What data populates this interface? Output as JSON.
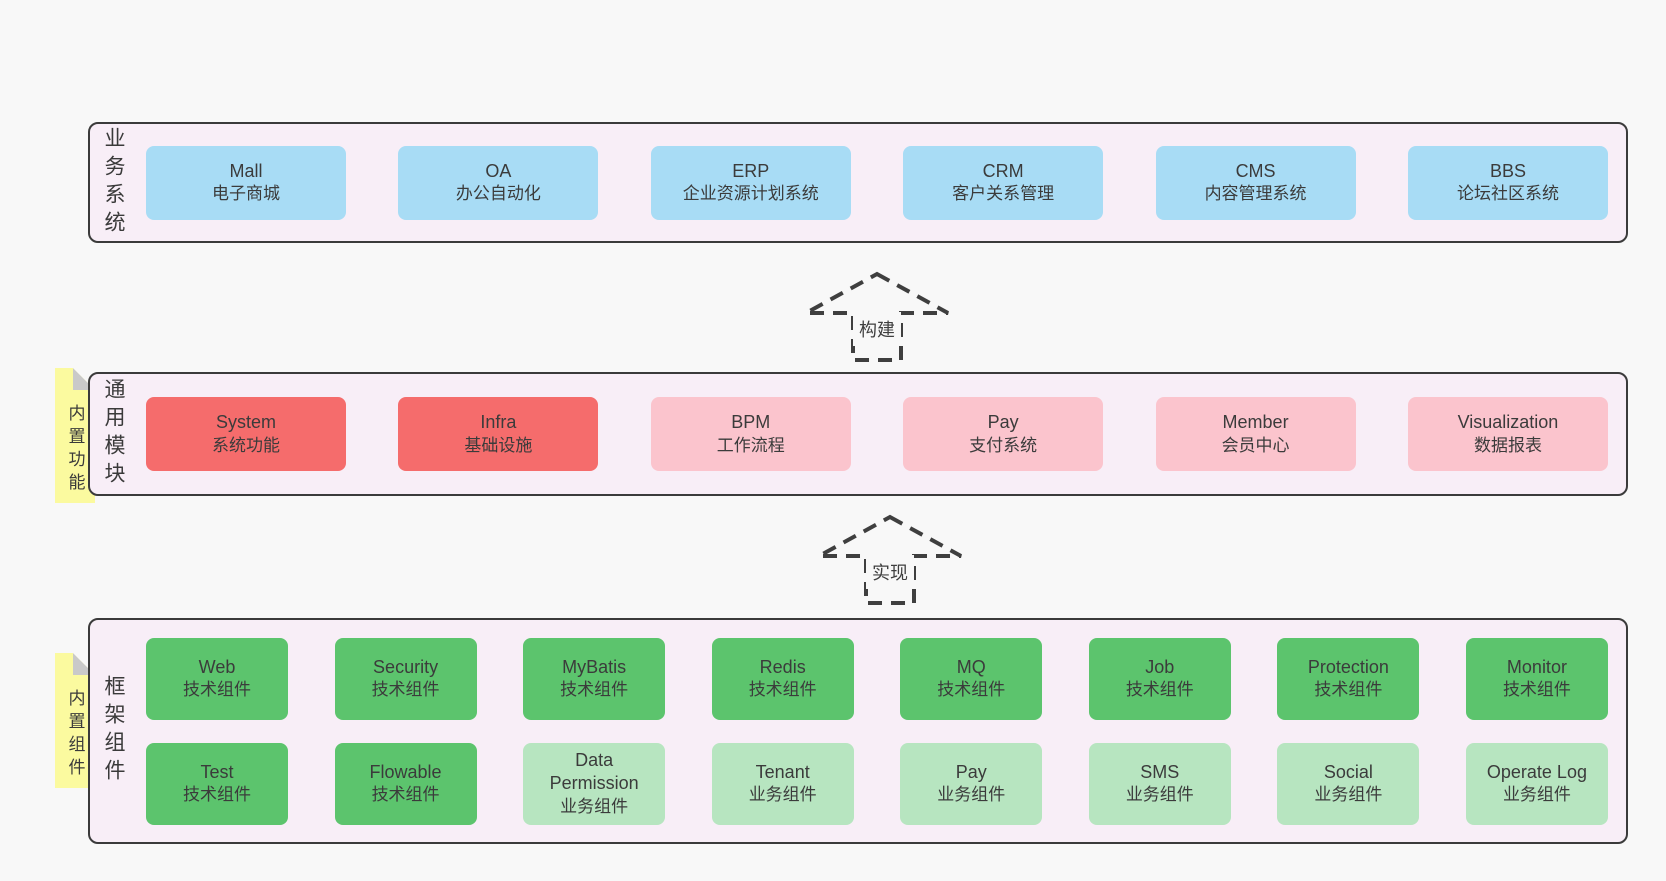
{
  "colors": {
    "page_bg": "#f8f8f8",
    "section_bg": "#f8eef7",
    "section_border": "#3b3b3b",
    "blue_box": "#a8dcf5",
    "red_box": "#f56c6c",
    "pink_box": "#fbc4cd",
    "green_box": "#5cc46d",
    "light_green_box": "#b7e5c0",
    "sticky_tab": "#fbfa9f",
    "text": "#3b3b3b"
  },
  "arrows": [
    {
      "label": "构建"
    },
    {
      "label": "实现"
    }
  ],
  "sections": [
    {
      "name": "业务系统",
      "items": [
        {
          "en": "Mall",
          "zh": "电子商城",
          "type": "blue"
        },
        {
          "en": "OA",
          "zh": "办公自动化",
          "type": "blue"
        },
        {
          "en": "ERP",
          "zh": "企业资源计划系统",
          "type": "blue"
        },
        {
          "en": "CRM",
          "zh": "客户关系管理",
          "type": "blue"
        },
        {
          "en": "CMS",
          "zh": "内容管理系统",
          "type": "blue"
        },
        {
          "en": "BBS",
          "zh": "论坛社区系统",
          "type": "blue"
        }
      ]
    },
    {
      "name": "通用模块",
      "tab": "内置功能",
      "items": [
        {
          "en": "System",
          "zh": "系统功能",
          "type": "red"
        },
        {
          "en": "Infra",
          "zh": "基础设施",
          "type": "red"
        },
        {
          "en": "BPM",
          "zh": "工作流程",
          "type": "pink"
        },
        {
          "en": "Pay",
          "zh": "支付系统",
          "type": "pink"
        },
        {
          "en": "Member",
          "zh": "会员中心",
          "type": "pink"
        },
        {
          "en": "Visualization",
          "zh": "数据报表",
          "type": "pink"
        }
      ]
    },
    {
      "name": "框架组件",
      "tab": "内置组件",
      "rows": [
        [
          {
            "en": "Web",
            "zh": "技术组件",
            "type": "green"
          },
          {
            "en": "Security",
            "zh": "技术组件",
            "type": "green"
          },
          {
            "en": "MyBatis",
            "zh": "技术组件",
            "type": "green"
          },
          {
            "en": "Redis",
            "zh": "技术组件",
            "type": "green"
          },
          {
            "en": "MQ",
            "zh": "技术组件",
            "type": "green"
          },
          {
            "en": "Job",
            "zh": "技术组件",
            "type": "green"
          },
          {
            "en": "Protection",
            "zh": "技术组件",
            "type": "green"
          },
          {
            "en": "Monitor",
            "zh": "技术组件",
            "type": "green"
          }
        ],
        [
          {
            "en": "Test",
            "zh": "技术组件",
            "type": "green"
          },
          {
            "en": "Flowable",
            "zh": "技术组件",
            "type": "green"
          },
          {
            "en": "Data Permission",
            "zh": "业务组件",
            "type": "light"
          },
          {
            "en": "Tenant",
            "zh": "业务组件",
            "type": "light"
          },
          {
            "en": "Pay",
            "zh": "业务组件",
            "type": "light"
          },
          {
            "en": "SMS",
            "zh": "业务组件",
            "type": "light"
          },
          {
            "en": "Social",
            "zh": "业务组件",
            "type": "light"
          },
          {
            "en": "Operate Log",
            "zh": "业务组件",
            "type": "light"
          }
        ]
      ]
    }
  ]
}
